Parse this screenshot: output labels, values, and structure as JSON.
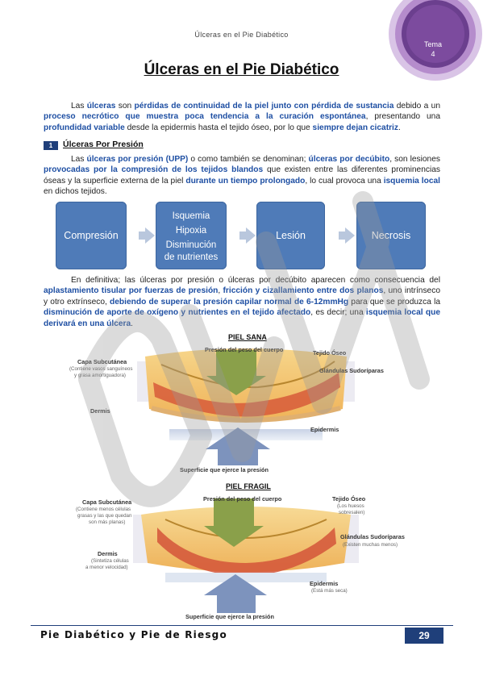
{
  "header": {
    "running_title": "Úlceras en el Pie Diabético"
  },
  "badge": {
    "line1": "Tema",
    "line2": "4"
  },
  "title": "Úlceras en el Pie Diabético",
  "intro": {
    "p1": "Las ",
    "p2": "úlceras",
    "p3": " son ",
    "p4": "pérdidas de continuidad de la piel junto con pérdida de sustancia",
    "p5": " debido a un ",
    "p6": "proceso necrótico que muestra poca tendencia a la curación espontánea",
    "p7": ", presentando una ",
    "p8": "profundidad variable",
    "p9": " desde la epidermis hasta el tejido óseo, por lo que ",
    "p10": "siempre dejan cicatriz",
    "p11": "."
  },
  "section": {
    "number": "1",
    "title": "Úlceras Por Presión"
  },
  "upp": {
    "a1": "Las ",
    "a2": "úlceras por presión (UPP)",
    "a3": " o como también se denominan; ",
    "a4": "úlceras por decúbito",
    "a5": ", son lesiones ",
    "a6": "provocadas por la compresión de los tejidos blandos",
    "a7": " que existen entre las diferentes prominencias óseas y la superficie externa de la piel ",
    "a8": "durante un tiempo prolongado",
    "a9": ", lo cual provoca una ",
    "a10": "isquemia local",
    "a11": " en dichos tejidos."
  },
  "flow": {
    "box1": "Compresión",
    "box2_l1": "Isquemia",
    "box2_l2": "Hipoxia",
    "box2_l3": "Disminución",
    "box2_l4": "de nutrientes",
    "box3": "Lesión",
    "box4": "Necrosis"
  },
  "def": {
    "b1": "En definitiva; las úlceras por presión o úlceras por decúbito aparecen como consecuencia del ",
    "b2": "aplastamiento tisular por fuerzas de presión",
    "b3": ", ",
    "b4": "fricción y cizallamiento entre dos planos",
    "b5": ", uno intrínseco y otro extrínseco, ",
    "b6": "debiendo de superar la presión capilar normal de 6-12mmHg",
    "b7": " para que se produzca la ",
    "b8": "disminución de aporte de oxígeno y nutrientes en el tejido afectado",
    "b9": ", es decir; una ",
    "b10": "isquemia local que derivará en una úlcera",
    "b11": "."
  },
  "figure1": {
    "caption": "PIEL SANA",
    "top": "Presión del peso del cuerpo",
    "capa": "Capa Subcutánea",
    "capa_sub1": "(Contiene vasos sanguíneos",
    "capa_sub2": "y grasa amortiguadora)",
    "tejido": "Tejido Óseo",
    "glandulas": "Glándulas Sudoríparas",
    "dermis": "Dermis",
    "epidermis": "Epidermis",
    "bottom": "Superficie que ejerce la presión"
  },
  "figure2": {
    "caption": "PIEL FRAGIL",
    "top": "Presión del peso del cuerpo",
    "capa": "Capa Subcutánea",
    "capa_sub1": "(Contiene menos células",
    "capa_sub2": "grasas y las que quedan",
    "capa_sub3": "son más planas)",
    "tejido": "Tejido Óseo",
    "tejido_sub1": "(Los huesos",
    "tejido_sub2": "sobresalen)",
    "glandulas": "Glándulas Sudoríparas",
    "glandulas_sub": "(Existen muchas menos)",
    "dermis": "Dermis",
    "dermis_sub1": "(Sintetiza células",
    "dermis_sub2": "a menor velocidad)",
    "epidermis": "Epidermis",
    "epidermis_sub": "(Está más seca)",
    "bottom": "Superficie que ejerce la presión"
  },
  "footer": {
    "text": "Pie Diabético y Pie de Riesgo",
    "page": "29"
  },
  "colors": {
    "accent": "#1f3f7a",
    "box": "#4f7bb8",
    "highlight": "#1e4fa3",
    "badge": "#6b3f8e"
  }
}
